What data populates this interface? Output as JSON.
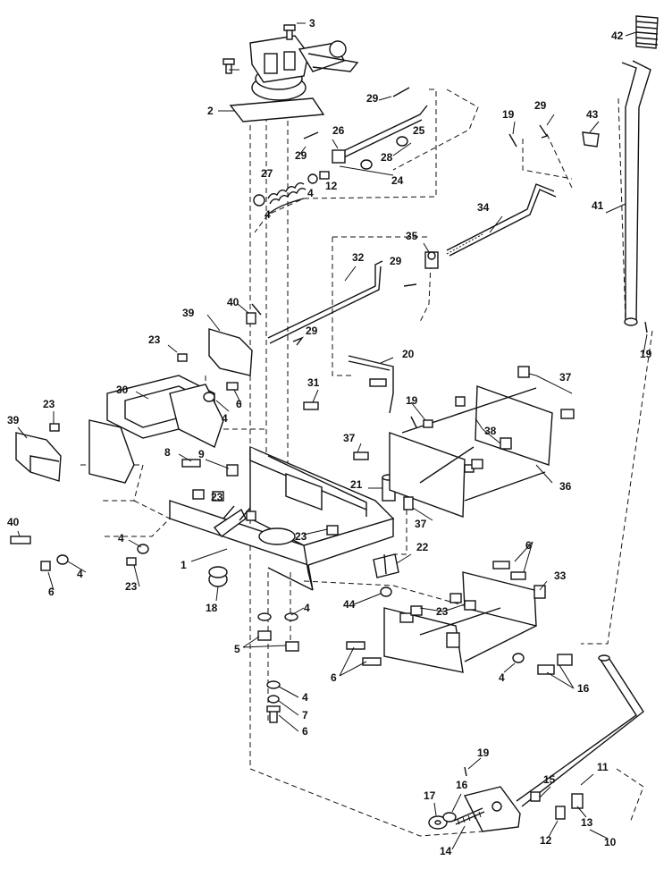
{
  "diagram": {
    "parts": [
      {
        "id": "p1",
        "label": "1"
      },
      {
        "id": "p2",
        "label": "2"
      },
      {
        "id": "p3",
        "label": "3"
      },
      {
        "id": "p4a",
        "label": "4"
      },
      {
        "id": "p4b",
        "label": "4"
      },
      {
        "id": "p4c",
        "label": "4"
      },
      {
        "id": "p4d",
        "label": "4"
      },
      {
        "id": "p4e",
        "label": "4"
      },
      {
        "id": "p4f",
        "label": "4"
      },
      {
        "id": "p4g",
        "label": "4"
      },
      {
        "id": "p4h",
        "label": "4"
      },
      {
        "id": "p5",
        "label": "5"
      },
      {
        "id": "p6a",
        "label": "6"
      },
      {
        "id": "p6b",
        "label": "6"
      },
      {
        "id": "p6c",
        "label": "6"
      },
      {
        "id": "p6d",
        "label": "6"
      },
      {
        "id": "p6e",
        "label": "6"
      },
      {
        "id": "p7",
        "label": "7"
      },
      {
        "id": "p8",
        "label": "8"
      },
      {
        "id": "p9",
        "label": "9"
      },
      {
        "id": "p10",
        "label": "10"
      },
      {
        "id": "p11",
        "label": "11"
      },
      {
        "id": "p12a",
        "label": "12"
      },
      {
        "id": "p12b",
        "label": "12"
      },
      {
        "id": "p13",
        "label": "13"
      },
      {
        "id": "p14",
        "label": "14"
      },
      {
        "id": "p15",
        "label": "15"
      },
      {
        "id": "p16a",
        "label": "16"
      },
      {
        "id": "p16b",
        "label": "16"
      },
      {
        "id": "p17",
        "label": "17"
      },
      {
        "id": "p18",
        "label": "18"
      },
      {
        "id": "p19a",
        "label": "19"
      },
      {
        "id": "p19b",
        "label": "19"
      },
      {
        "id": "p19c",
        "label": "19"
      },
      {
        "id": "p19d",
        "label": "19"
      },
      {
        "id": "p20",
        "label": "20"
      },
      {
        "id": "p21",
        "label": "21"
      },
      {
        "id": "p22",
        "label": "22"
      },
      {
        "id": "p23a",
        "label": "23"
      },
      {
        "id": "p23b",
        "label": "23"
      },
      {
        "id": "p23c",
        "label": "23"
      },
      {
        "id": "p23d",
        "label": "23"
      },
      {
        "id": "p23e",
        "label": "23"
      },
      {
        "id": "p23f",
        "label": "23"
      },
      {
        "id": "p24",
        "label": "24"
      },
      {
        "id": "p25",
        "label": "25"
      },
      {
        "id": "p26",
        "label": "26"
      },
      {
        "id": "p27",
        "label": "27"
      },
      {
        "id": "p28",
        "label": "28"
      },
      {
        "id": "p29a",
        "label": "29"
      },
      {
        "id": "p29b",
        "label": "29"
      },
      {
        "id": "p29c",
        "label": "29"
      },
      {
        "id": "p29d",
        "label": "29"
      },
      {
        "id": "p29e",
        "label": "29"
      },
      {
        "id": "p30",
        "label": "30"
      },
      {
        "id": "p31",
        "label": "31"
      },
      {
        "id": "p32",
        "label": "32"
      },
      {
        "id": "p33",
        "label": "33"
      },
      {
        "id": "p34",
        "label": "34"
      },
      {
        "id": "p35",
        "label": "35"
      },
      {
        "id": "p36",
        "label": "36"
      },
      {
        "id": "p37a",
        "label": "37"
      },
      {
        "id": "p37b",
        "label": "37"
      },
      {
        "id": "p37c",
        "label": "37"
      },
      {
        "id": "p38",
        "label": "38"
      },
      {
        "id": "p39a",
        "label": "39"
      },
      {
        "id": "p39b",
        "label": "39"
      },
      {
        "id": "p40a",
        "label": "40"
      },
      {
        "id": "p40b",
        "label": "40"
      },
      {
        "id": "p41",
        "label": "41"
      },
      {
        "id": "p42",
        "label": "42"
      },
      {
        "id": "p43",
        "label": "43"
      },
      {
        "id": "p44",
        "label": "44"
      }
    ]
  }
}
